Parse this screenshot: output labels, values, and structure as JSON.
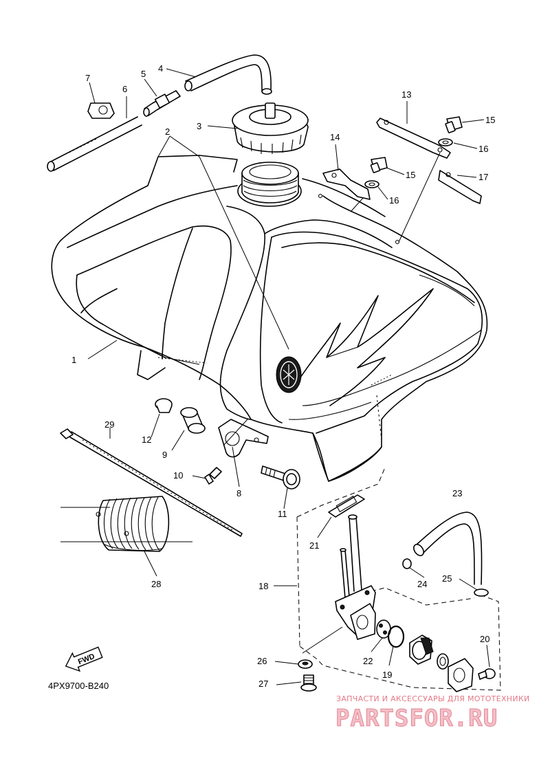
{
  "diagram": {
    "code": "4PX9700-B240",
    "fwd_label": "FWD",
    "part_labels": [
      "1",
      "2",
      "3",
      "4",
      "5",
      "6",
      "7",
      "8",
      "9",
      "10",
      "11",
      "12",
      "13",
      "14",
      "15",
      "15",
      "16",
      "16",
      "17",
      "18",
      "19",
      "20",
      "21",
      "22",
      "23",
      "24",
      "25",
      "26",
      "27",
      "28",
      "29"
    ]
  },
  "watermark": {
    "tagline": "ЗАПЧАСТИ И АКСЕССУАРЫ ДЛЯ МОТОТЕХНИКИ",
    "brand": "PARTSFOR.RU"
  },
  "colors": {
    "line": "#000000",
    "watermark": "#e06a7a"
  }
}
